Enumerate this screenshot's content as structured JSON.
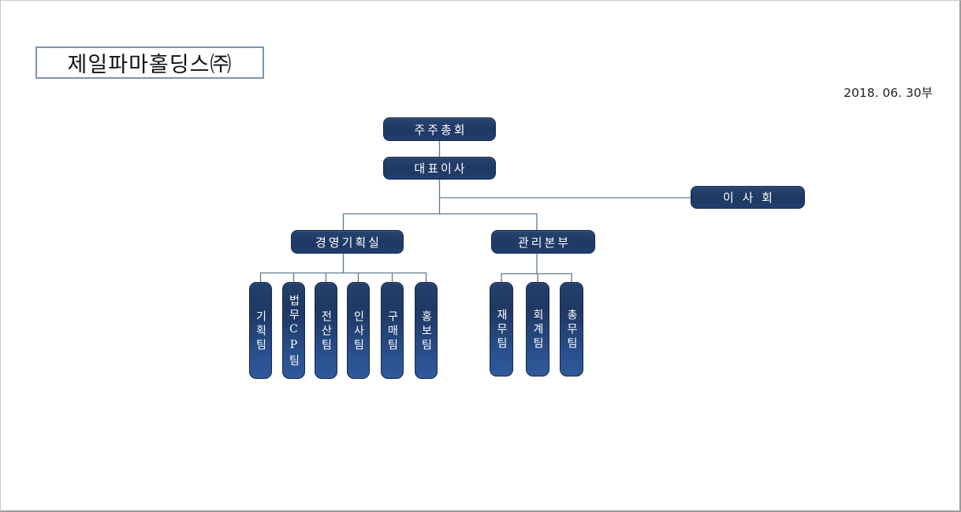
{
  "header": {
    "company_title": "제일파마홀딩스㈜",
    "date_label": "2018. 06. 30부"
  },
  "org": {
    "shareholders": "주주총회",
    "ceo": "대표이사",
    "board": "이 사 회",
    "division_planning": "경영기획실",
    "division_admin": "관리본부",
    "planning_teams": [
      "기획팀",
      "법무CP팀",
      "전산팀",
      "인사팀",
      "구매팀",
      "홍보팀"
    ],
    "admin_teams": [
      "재무팀",
      "회계팀",
      "총무팀"
    ]
  },
  "colors": {
    "box_fill": "#1F3864",
    "box_fill_light": "#30599B",
    "box_border": "#16294C",
    "connector": "#5B7B93",
    "title_border": "#7E94AE"
  }
}
